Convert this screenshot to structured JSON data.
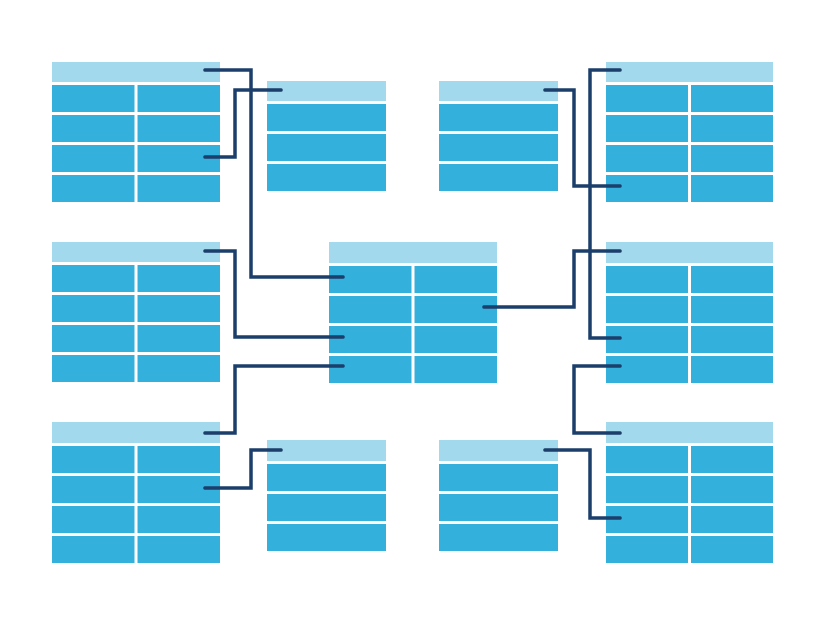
{
  "colors": {
    "background": "#ffffff",
    "table_header": "#a3d9ec",
    "table_cell": "#34b0dd",
    "connector": "#1b3e6b"
  },
  "tables": [
    {
      "id": "table-top-left",
      "columns": 2,
      "rows": 4
    },
    {
      "id": "table-top-inner-left",
      "columns": 1,
      "rows": 3
    },
    {
      "id": "table-top-inner-right",
      "columns": 1,
      "rows": 3
    },
    {
      "id": "table-top-right",
      "columns": 2,
      "rows": 4
    },
    {
      "id": "table-mid-left",
      "columns": 2,
      "rows": 4
    },
    {
      "id": "table-center",
      "columns": 2,
      "rows": 4
    },
    {
      "id": "table-mid-right",
      "columns": 2,
      "rows": 4
    },
    {
      "id": "table-bottom-left",
      "columns": 2,
      "rows": 4
    },
    {
      "id": "table-bottom-inner-left",
      "columns": 1,
      "rows": 3
    },
    {
      "id": "table-bottom-inner-right",
      "columns": 1,
      "rows": 3
    },
    {
      "id": "table-bottom-right",
      "columns": 2,
      "rows": 4
    }
  ],
  "relationships": [
    {
      "id": "rel-1",
      "from": "table-top-left",
      "to": "table-center"
    },
    {
      "id": "rel-2",
      "from": "table-top-left",
      "to": "table-top-inner-left"
    },
    {
      "id": "rel-3",
      "from": "table-mid-left",
      "to": "table-center"
    },
    {
      "id": "rel-4",
      "from": "table-bottom-left",
      "to": "table-center"
    },
    {
      "id": "rel-5",
      "from": "table-bottom-left",
      "to": "table-bottom-inner-left"
    },
    {
      "id": "rel-6",
      "from": "table-top-right",
      "to": "table-mid-right"
    },
    {
      "id": "rel-7",
      "from": "table-top-inner-right",
      "to": "table-top-right"
    },
    {
      "id": "rel-8",
      "from": "table-center",
      "to": "table-mid-right"
    },
    {
      "id": "rel-9",
      "from": "table-mid-right",
      "to": "table-bottom-right"
    },
    {
      "id": "rel-10",
      "from": "table-bottom-inner-right",
      "to": "table-bottom-right"
    }
  ]
}
